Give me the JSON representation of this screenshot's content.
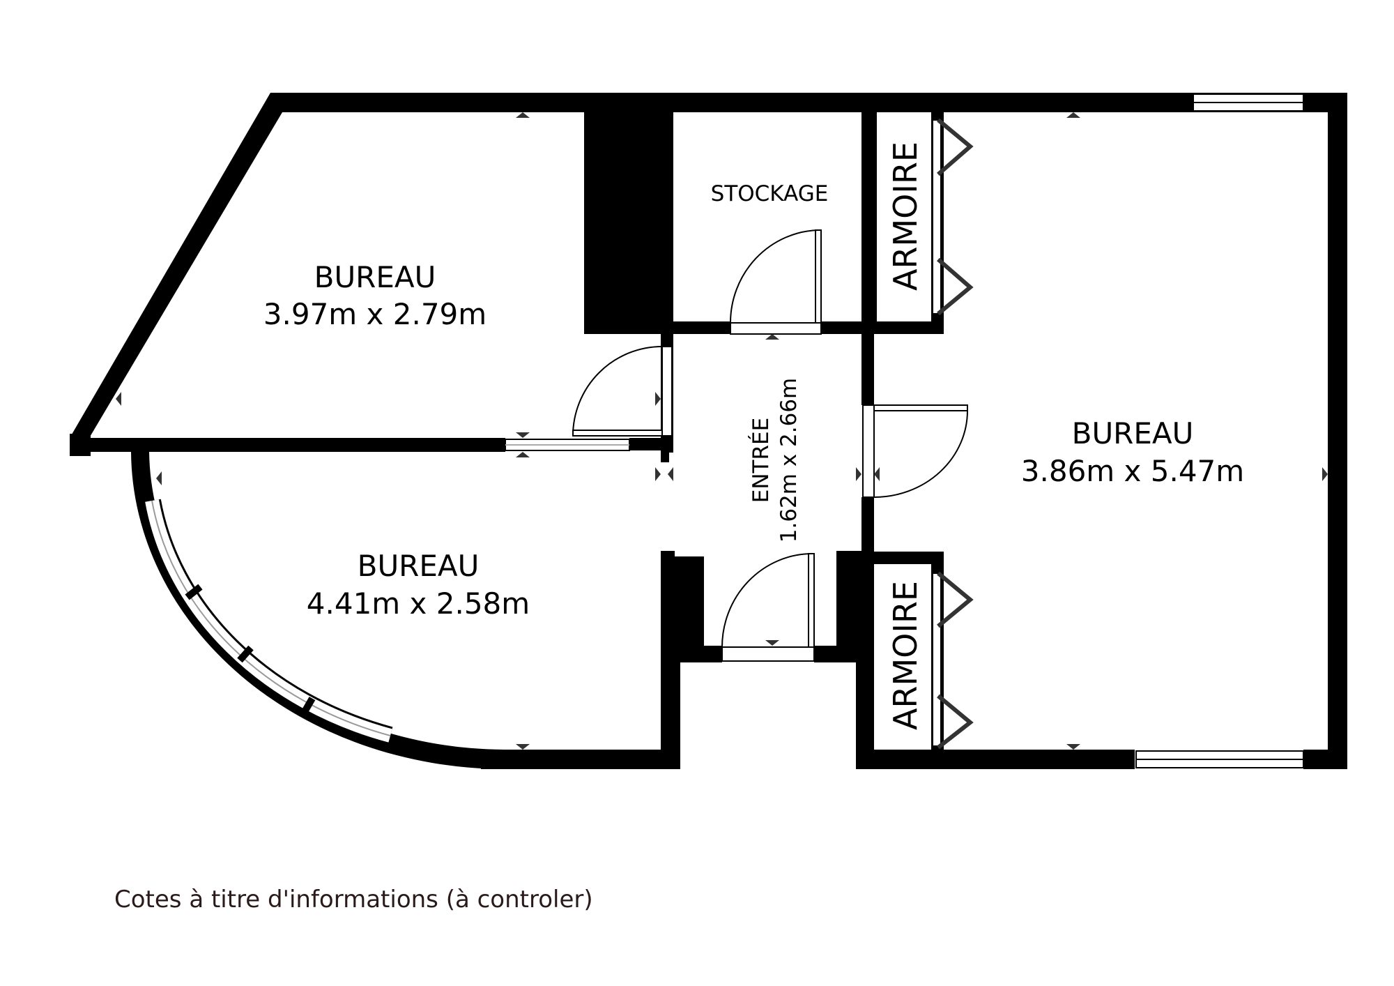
{
  "rooms": {
    "bureau_top_left": {
      "name": "BUREAU",
      "dims": "3.97m x 2.79m"
    },
    "bureau_bottom_left": {
      "name": "BUREAU",
      "dims": "4.41m x 2.58m"
    },
    "bureau_right": {
      "name": "BUREAU",
      "dims": "3.86m x 5.47m"
    },
    "entree": {
      "name": "ENTRÉE",
      "dims": "1.62m x 2.66m"
    },
    "stockage": {
      "name": "STOCKAGE"
    },
    "armoire_top": {
      "name": "ARMOIRE"
    },
    "armoire_bottom": {
      "name": "ARMOIRE"
    }
  },
  "note": "Cotes à titre d'informations (à controler)",
  "colors": {
    "wall": "#000000",
    "wardrobe_door": "#333333",
    "background": "#ffffff"
  }
}
